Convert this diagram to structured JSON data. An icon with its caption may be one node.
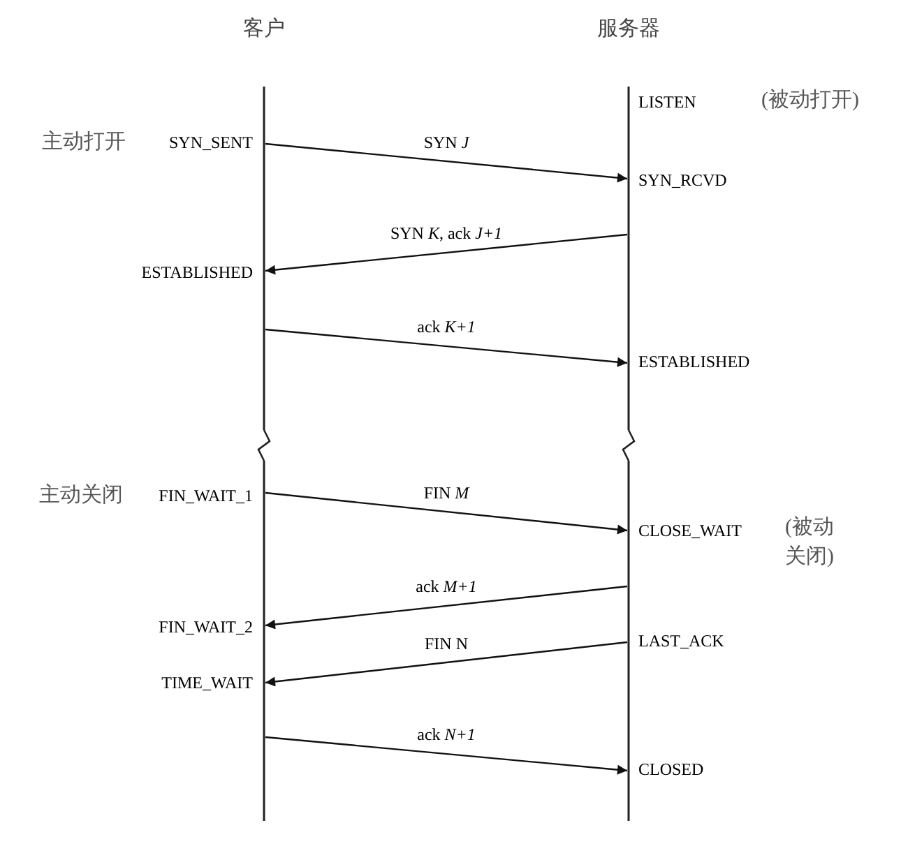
{
  "diagram": {
    "nodes": [
      {
        "text": [],
        "shape": "line",
        "beside": [
          "客户"
        ]
      },
      {
        "text": [],
        "shape": "line",
        "beside": [
          "服务器"
        ]
      }
    ],
    "edges": [
      {
        "from": 0,
        "to": 1,
        "arrow": "to",
        "label": "SYN *J*"
      },
      {
        "from": 1,
        "to": 0,
        "arrow": "to",
        "label": "SYN *K*, ack *J+1*"
      },
      {
        "from": 0,
        "to": 1,
        "arrow": "to",
        "label": "ack *K+1*"
      },
      {
        "from": 0,
        "to": 1,
        "arrow": "to",
        "label": "FIN *M*"
      },
      {
        "from": 1,
        "to": 0,
        "arrow": "to",
        "label": "ack *M+1*"
      },
      {
        "from": 1,
        "to": 0,
        "arrow": "to",
        "label": "FIN N"
      },
      {
        "from": 0,
        "to": 1,
        "arrow": "to",
        "label": "ack *N+1*"
      }
    ],
    "labels": [
      "LISTEN",
      "(被动打开)",
      "主动打开",
      "SYN_SENT",
      "SYN_RCVD",
      "ESTABLISHED",
      "ESTABLISHED",
      "主动关闭",
      "FIN_WAIT_1",
      "CLOSE_WAIT",
      "(被动关闭)",
      "FIN_WAIT_2",
      "LAST_ACK",
      "TIME_WAIT",
      "CLOSED"
    ]
  }
}
